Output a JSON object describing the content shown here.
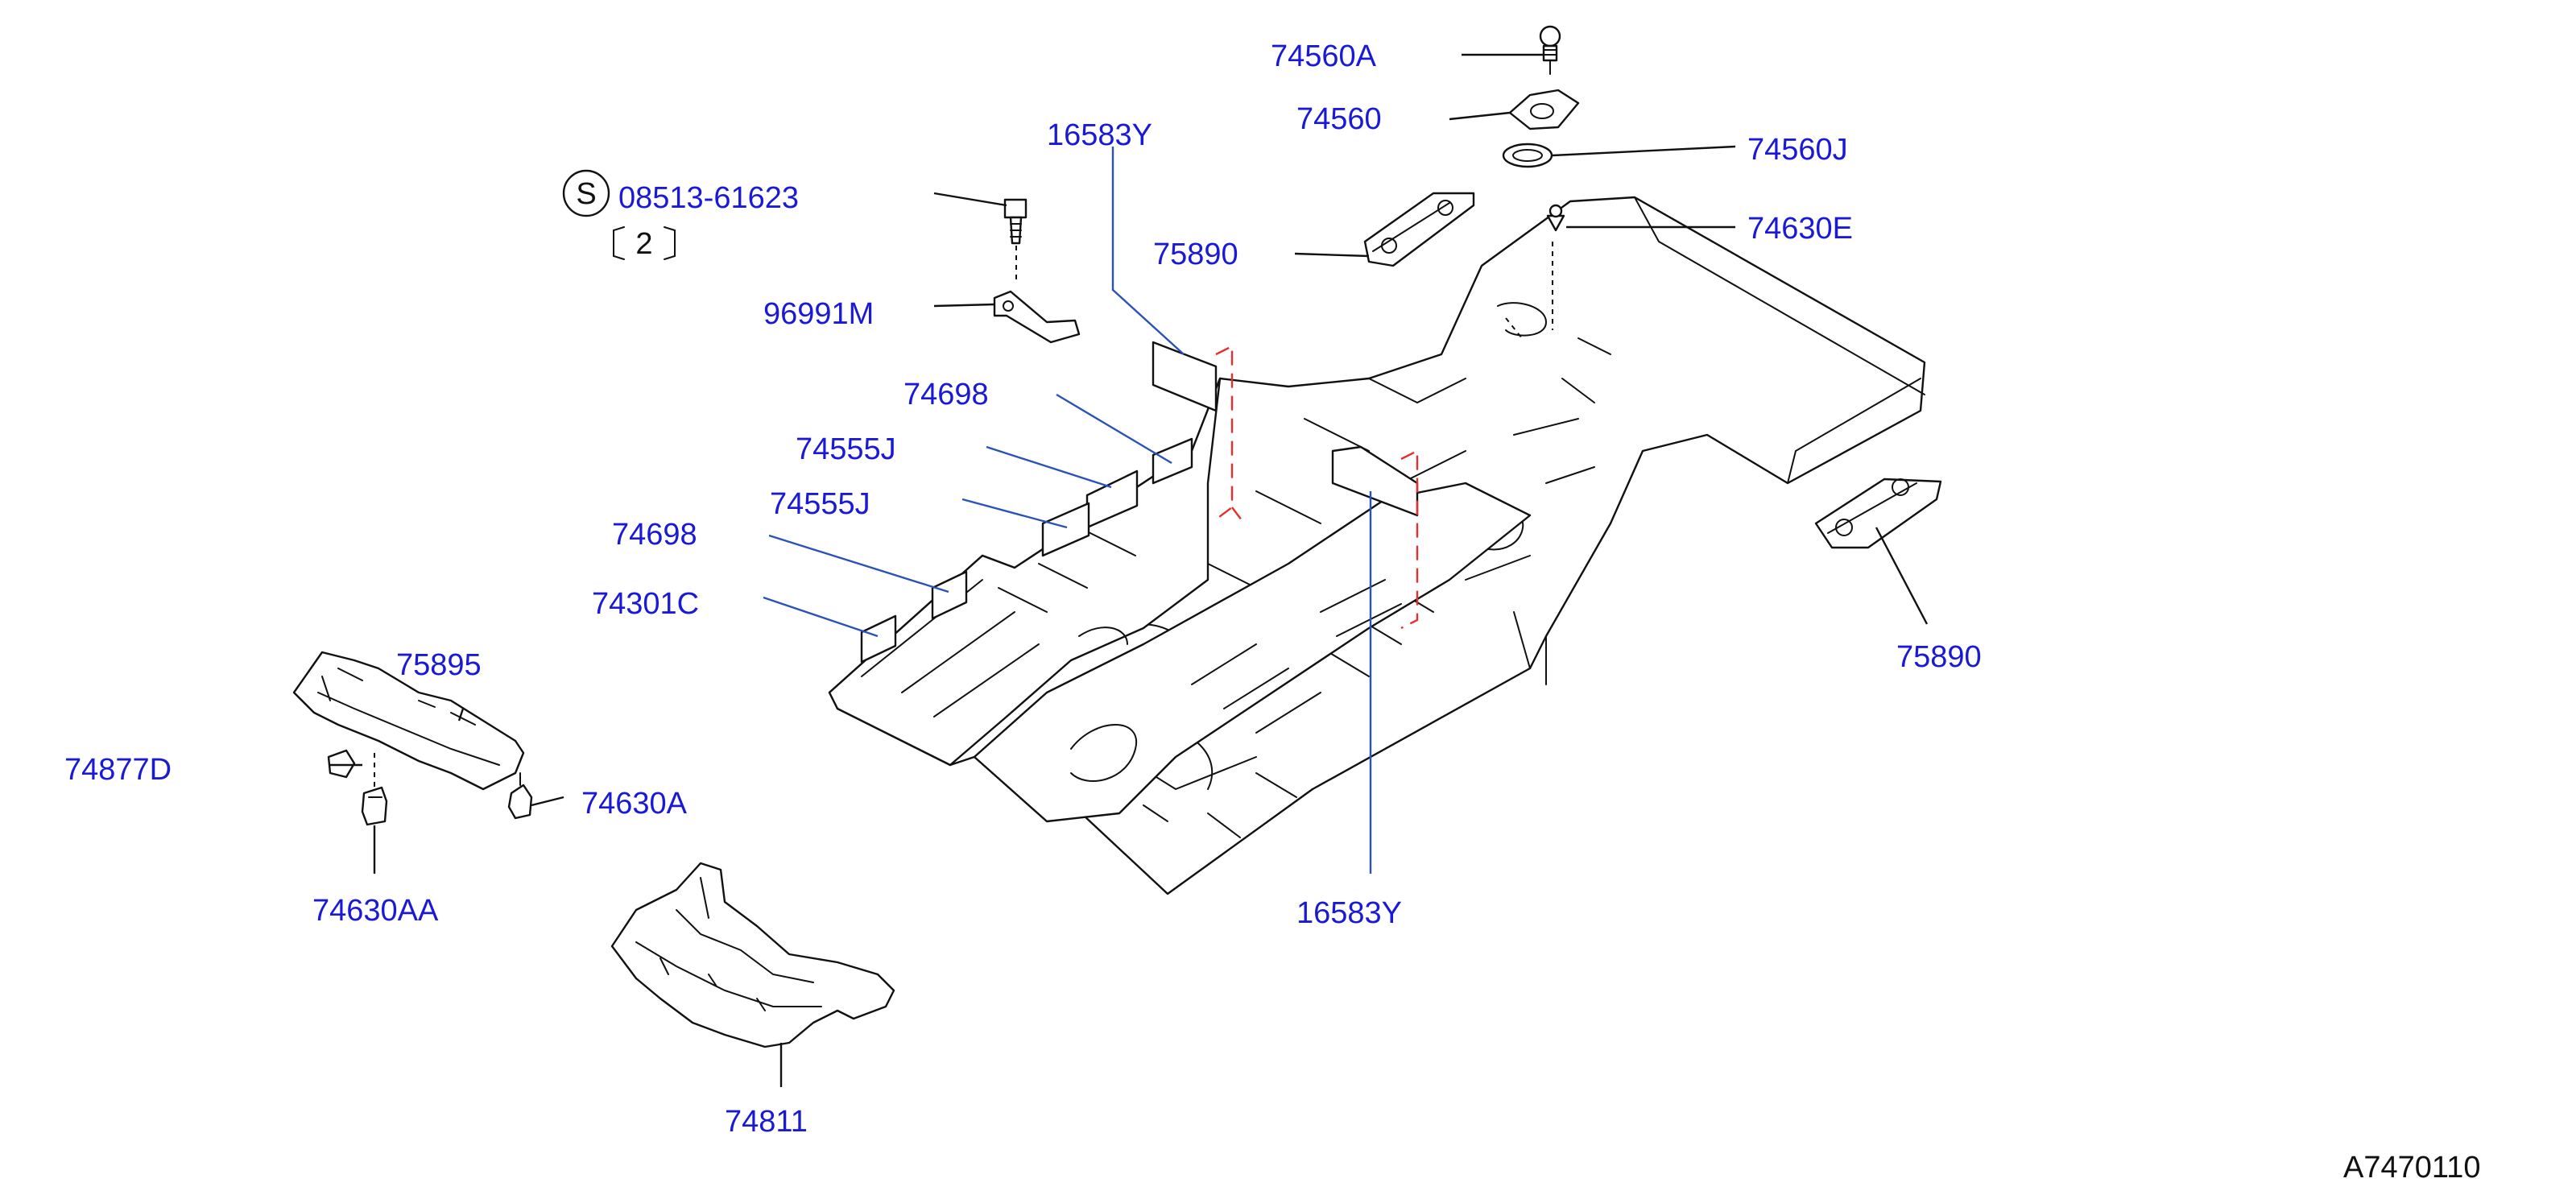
{
  "diagram": {
    "labels": {
      "p74560A": "74560A",
      "p74560": "74560",
      "p74560J": "74560J",
      "p74630E": "74630E",
      "p75890_top": "75890",
      "p16583Y_top": "16583Y",
      "p08513": "08513-61623",
      "p96991M": "96991M",
      "p74698_a": "74698",
      "p74555J_a": "74555J",
      "p74555J_b": "74555J",
      "p74698_b": "74698",
      "p74301C": "74301C",
      "p75890_right": "75890",
      "p75895": "75895",
      "p74877D": "74877D",
      "p74630A": "74630A",
      "p74630AA": "74630AA",
      "p16583Y_bottom": "16583Y",
      "p74811": "74811"
    },
    "s_mark": "S",
    "quantity_note": "2",
    "figure_code": "A7470110",
    "colors": {
      "label_text": "#1a1ad6",
      "line_art": "#111111",
      "insulator_leader": "#2a52b8",
      "hidden_line": "#e23030"
    }
  }
}
